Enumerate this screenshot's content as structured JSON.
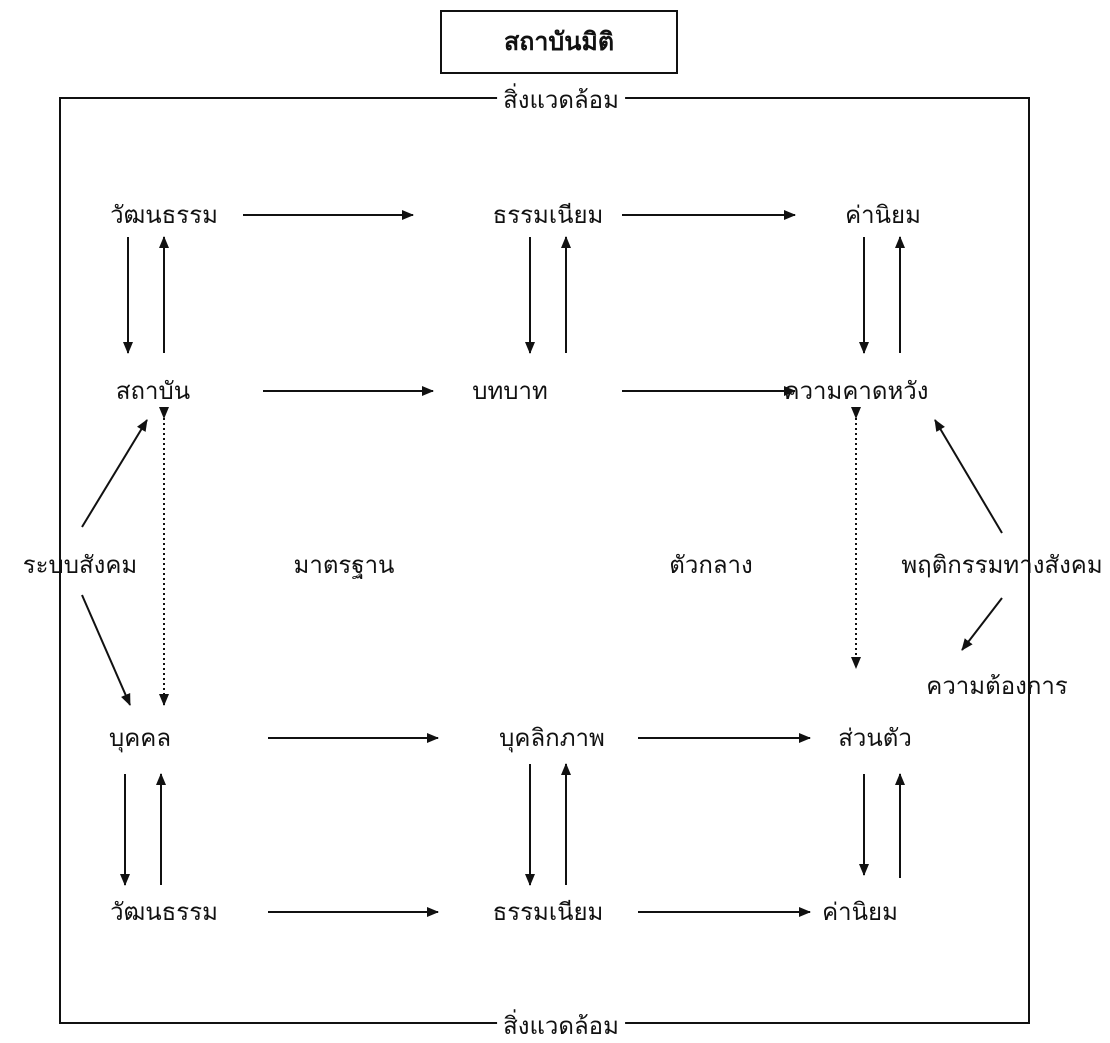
{
  "title": "สถาบันมิติ",
  "environment_top": "สิ่งแวดล้อม",
  "environment_bottom": "สิ่งแวดล้อม",
  "nodes": {
    "culture_top": "วัฒนธรรม",
    "custom_top": "ธรรมเนียม",
    "value_top": "ค่านิยม",
    "institution": "สถาบัน",
    "role": "บทบาท",
    "expectation": "ความคาดหวัง",
    "social_system": "ระบบสังคม",
    "standard": "มาตรฐาน",
    "mediator": "ตัวกลาง",
    "social_behavior": "พฤติกรรมทางสังคม",
    "needs": "ความต้องการ",
    "individual": "บุคคล",
    "personality": "บุคลิกภาพ",
    "personal": "ส่วนตัว",
    "culture_bottom": "วัฒนธรรม",
    "custom_bottom": "ธรรมเนียม",
    "value_bottom": "ค่านิยม"
  },
  "colors": {
    "line": "#111111",
    "background": "#ffffff"
  }
}
